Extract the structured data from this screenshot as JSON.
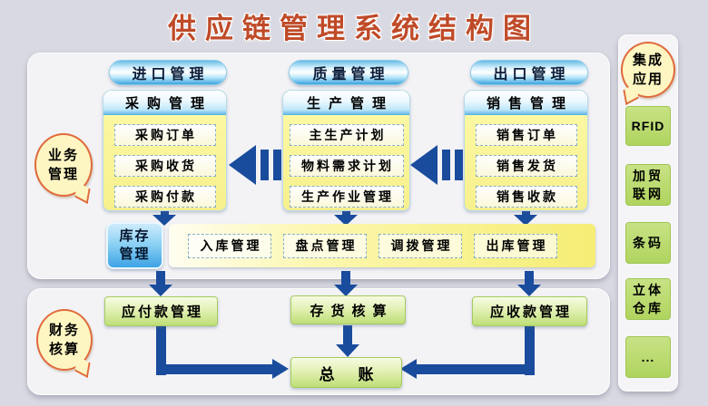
{
  "title": "供应链管理系统结构图",
  "bubbles": {
    "business": "业务管理",
    "finance": "财务核算",
    "integration": "集成应用"
  },
  "columns": [
    {
      "header": "进口管理",
      "subheader": "采购管理",
      "items": [
        "采购订单",
        "采购收货",
        "采购付款"
      ]
    },
    {
      "header": "质量管理",
      "subheader": "生产管理",
      "items": [
        "主生产计划",
        "物料需求计划",
        "生产作业管理"
      ]
    },
    {
      "header": "出口管理",
      "subheader": "销售管理",
      "items": [
        "销售订单",
        "销售发货",
        "销售收款"
      ]
    }
  ],
  "inventory": {
    "box": "库存管理",
    "items": [
      "入库管理",
      "盘点管理",
      "调拨管理",
      "出库管理"
    ]
  },
  "finance_row": {
    "payable": "应付款管理",
    "stock_accounting": "存货核算",
    "receivable": "应收款管理",
    "ledger": "总账"
  },
  "sidebar": {
    "items": [
      "RFID",
      "加贸联网",
      "条码",
      "立体仓库",
      "..."
    ]
  },
  "icons": {
    "arrow_down": "▼",
    "arrow_left_double_bar": "◀▮▮"
  },
  "colors": {
    "arrow_blue": "#1a4c9d",
    "title_red": "#bf4a28",
    "bubble_border": "#e06a3c",
    "header_blue": "#3ca4e0",
    "column_yellow": "#f7f08d",
    "green_box": "#bede77",
    "sidebar_green": "#b0d45f"
  }
}
